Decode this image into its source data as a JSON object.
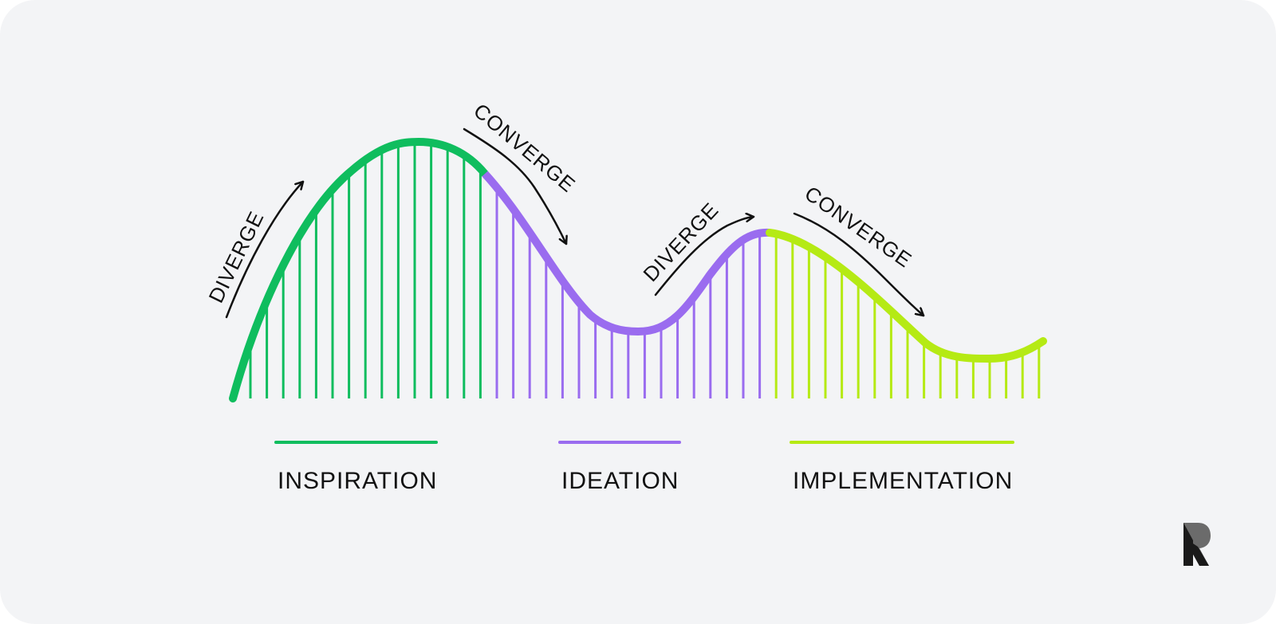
{
  "diagram": {
    "phases": [
      {
        "id": "inspiration",
        "label": "INSPIRATION",
        "color": "#0fbd5e"
      },
      {
        "id": "ideation",
        "label": "IDEATION",
        "color": "#9a6cef"
      },
      {
        "id": "implementation",
        "label": "IMPLEMENTATION",
        "color": "#b5ea14"
      }
    ],
    "arrows": [
      {
        "id": "diverge-1",
        "label": "DIVERGE"
      },
      {
        "id": "converge-1",
        "label": "CONVERGE"
      },
      {
        "id": "diverge-2",
        "label": "DIVERGE"
      },
      {
        "id": "converge-2",
        "label": "CONVERGE"
      }
    ]
  },
  "colors": {
    "background": "#f3f4f6",
    "text": "#111111",
    "logo_dark": "#1a1a1a",
    "logo_mid": "#6b6b6b"
  },
  "logo": {
    "icon": "r-logo-icon"
  }
}
